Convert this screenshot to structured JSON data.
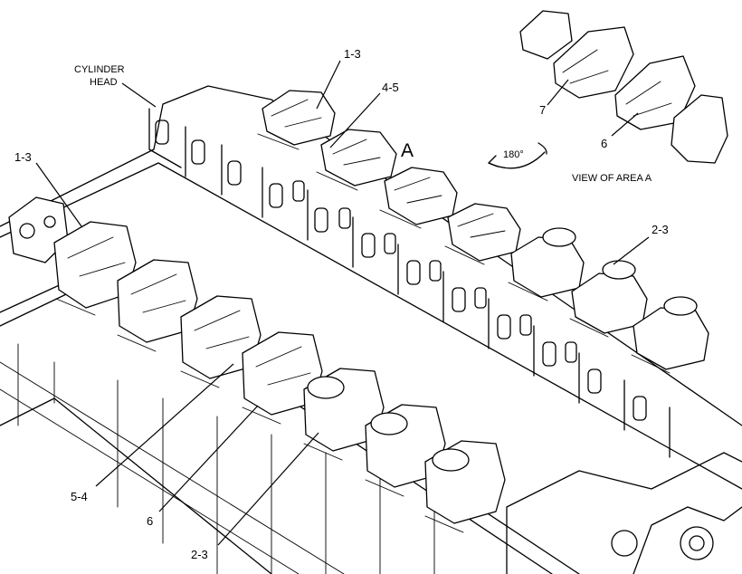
{
  "labels": {
    "cylinder_head_line1": "CYLINDER",
    "cylinder_head_line2": "HEAD",
    "callout_1_3_top": "1-3",
    "callout_4_5": "4-5",
    "callout_A": "A",
    "callout_1_3_left": "1-3",
    "callout_2_3_right": "2-3",
    "callout_7": "7",
    "callout_6_inset": "6",
    "rotation": "180°",
    "view_of_area": "VIEW OF AREA  A",
    "callout_5_4": "5-4",
    "callout_6_bottom": "6",
    "callout_2_3_bottom": "2-3"
  }
}
